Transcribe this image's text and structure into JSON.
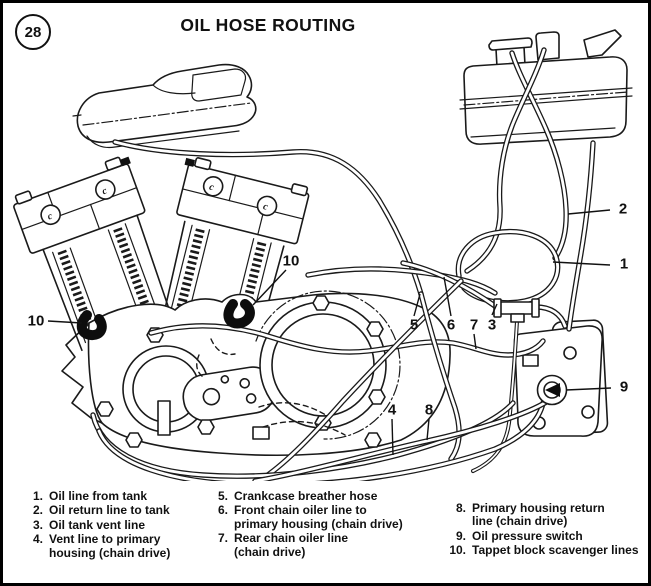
{
  "figure": {
    "number": "28",
    "title": "OIL HOSE ROUTING"
  },
  "diagram": {
    "bolt_mark": "c",
    "ink_color": "#1a1a1a",
    "paper_color": "#ffffff",
    "components": [
      "fuel-tank",
      "oil-tank",
      "v-twin-cylinders",
      "primary-chaincase-cover",
      "oil-pump",
      "oil-pressure-switch",
      "vent-tee-fitting",
      "oil-hoses"
    ]
  },
  "callouts": {
    "labels": [
      "1",
      "2",
      "3",
      "4",
      "5",
      "6",
      "7",
      "8",
      "9",
      "10"
    ]
  },
  "legend": {
    "columns": [
      {
        "items": [
          {
            "num": "1.",
            "text": "Oil line from tank"
          },
          {
            "num": "2.",
            "text": "Oil return line to tank"
          },
          {
            "num": "3.",
            "text": "Oil tank vent line"
          },
          {
            "num": "4.",
            "text": "Vent line to primary\nhousing (chain drive)"
          }
        ]
      },
      {
        "items": [
          {
            "num": "5.",
            "text": "Crankcase breather hose"
          },
          {
            "num": "6.",
            "text": "Front chain oiler line to\nprimary housing (chain drive)"
          },
          {
            "num": "7.",
            "text": "Rear chain oiler line\n(chain drive)"
          }
        ]
      },
      {
        "items": [
          {
            "num": "8.",
            "text": "Primary housing return\nline (chain drive)"
          },
          {
            "num": "9.",
            "text": "Oil pressure switch"
          },
          {
            "num": "10.",
            "text": "Tappet block scavenger lines"
          }
        ]
      }
    ]
  }
}
